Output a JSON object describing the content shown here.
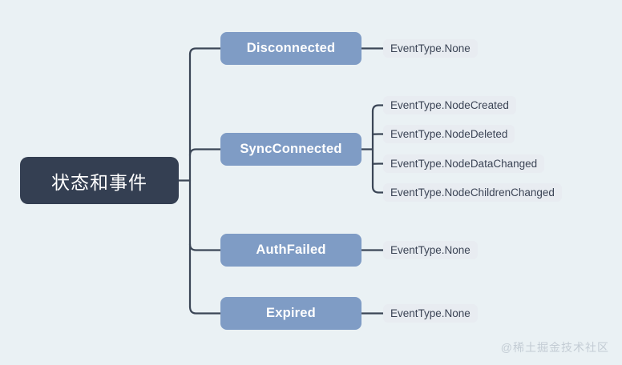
{
  "diagram": {
    "background_color": "#eaf1f4",
    "root": {
      "label": "状态和事件",
      "color": "#343f52",
      "text_color": "#ffffff"
    },
    "branch_color": "#7f9cc5",
    "leaf_color": "#e8ecf1",
    "line_color": "#3b4656",
    "branches": [
      {
        "label": "Disconnected",
        "leaves": [
          {
            "label": "EventType.None"
          }
        ]
      },
      {
        "label": "SyncConnected",
        "leaves": [
          {
            "label": "EventType.NodeCreated"
          },
          {
            "label": "EventType.NodeDeleted"
          },
          {
            "label": "EventType.NodeDataChanged"
          },
          {
            "label": "EventType.NodeChildrenChanged"
          }
        ]
      },
      {
        "label": "AuthFailed",
        "leaves": [
          {
            "label": "EventType.None"
          }
        ]
      },
      {
        "label": "Expired",
        "leaves": [
          {
            "label": "EventType.None"
          }
        ]
      }
    ]
  },
  "watermark": {
    "text": "@稀土掘金技术社区"
  }
}
